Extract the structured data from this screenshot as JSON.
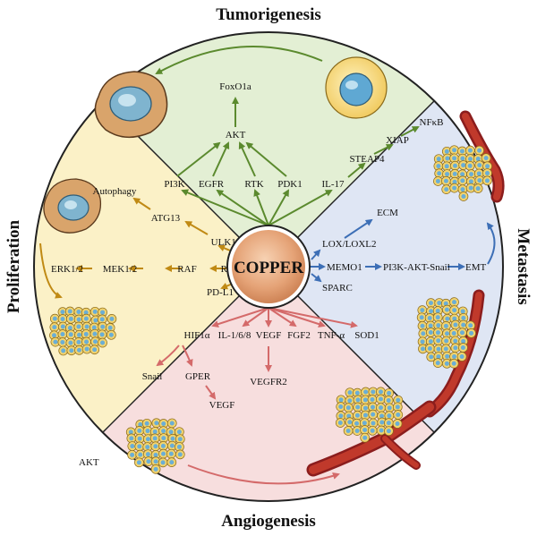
{
  "center_label": "COPPER",
  "sections": {
    "top": "Tumorigenesis",
    "left": "Proliferation",
    "right": "Metastasis",
    "bottom": "Angiogenesis"
  },
  "tumorigenesis": {
    "foxo1a": "FoxO1a",
    "akt": "AKT",
    "pi3k": "PI3K",
    "egfr": "EGFR",
    "rtk": "RTK",
    "pdk1": "PDK1",
    "il17": "IL-17",
    "steap4": "STEAP4",
    "xiap": "XIAP",
    "nfkb": "NFκB"
  },
  "proliferation": {
    "autophagy": "Autophagy",
    "atg13": "ATG13",
    "ulk": "ULK1/2",
    "ras": "RAS",
    "raf": "RAF",
    "mek": "MEK1/2",
    "erk": "ERK1/2",
    "pdl1": "PD-L1"
  },
  "metastasis": {
    "ecm": "ECM",
    "lox": "LOX/LOXL2",
    "memo1": "MEMO1",
    "pathway": "PI3K-AKT-Snail",
    "emt": "EMT",
    "sparc": "SPARC"
  },
  "angiogenesis": {
    "hif": "HIF1α",
    "il": "IL-1/6/8",
    "vegf": "VEGF",
    "fgf2": "FGF2",
    "tnf": "TNF-α",
    "sod1": "SOD1",
    "snail": "Snail",
    "gper": "GPER",
    "vegf2": "VEGF",
    "vegfr2": "VEGFR2"
  },
  "stray_label": "AKT",
  "colors": {
    "green_bg": "#e3efd4",
    "green_arrow": "#5b8a2e",
    "yellow_bg": "#fbf1c7",
    "yellow_arrow": "#c08a14",
    "blue_bg": "#dfe6f4",
    "blue_arrow": "#3d6fb6",
    "pink_bg": "#f7dede",
    "pink_arrow": "#d46a6a",
    "copper": "#e6a77a"
  }
}
